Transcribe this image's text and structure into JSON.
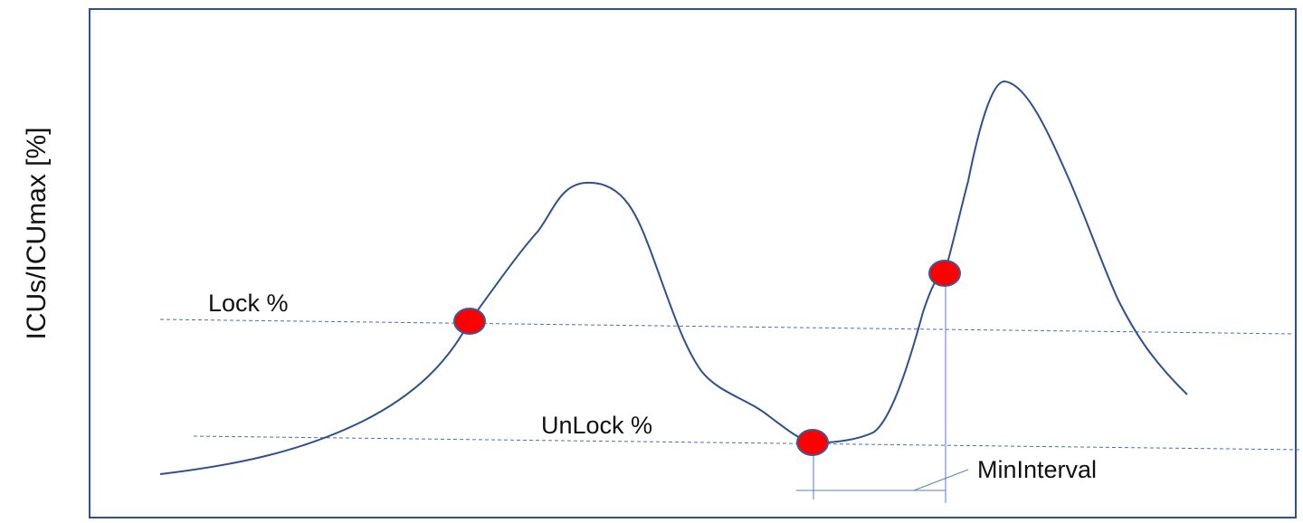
{
  "diagram": {
    "y_axis_label": "ICUs/ICUmax [%]",
    "lock_label": "Lock %",
    "unlock_label": "UnLock %",
    "min_interval_label": "MinInterval",
    "colors": {
      "frame": "#2f4f8f",
      "curve": "#2f4f8f",
      "dashed_line": "#4a6fb0",
      "marker_fill": "#ff0000",
      "marker_stroke": "#3a5a9a",
      "annotation_line": "#5b7fc0"
    },
    "markers": [
      {
        "name": "lock-crossing-rising"
      },
      {
        "name": "unlock-crossing-falling"
      },
      {
        "name": "lock-crossing-second-rise"
      }
    ]
  }
}
